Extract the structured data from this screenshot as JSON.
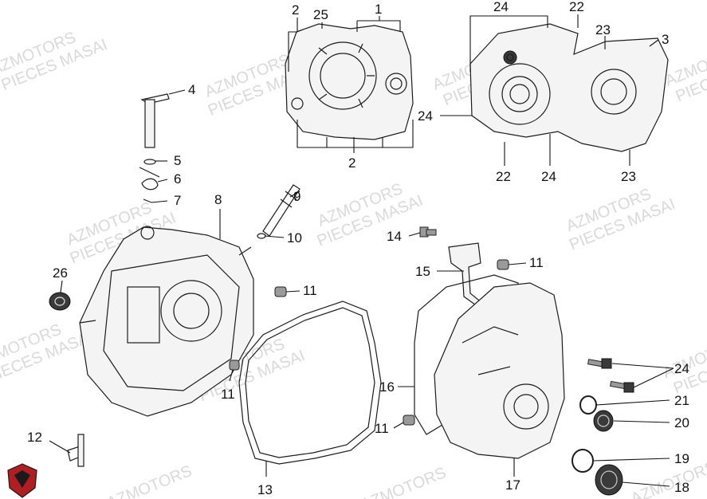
{
  "watermark": {
    "line1": "AZMOTORS",
    "line2": "PIECES MASAI"
  },
  "logo": {
    "colors": [
      "#b01e23",
      "#1a1a1a"
    ]
  },
  "callouts": [
    {
      "id": "c1",
      "label": "1"
    },
    {
      "id": "c2a",
      "label": "2"
    },
    {
      "id": "c25",
      "label": "25"
    },
    {
      "id": "c2b",
      "label": "2"
    },
    {
      "id": "c24a",
      "label": "24"
    },
    {
      "id": "c22a",
      "label": "22"
    },
    {
      "id": "c23a",
      "label": "23"
    },
    {
      "id": "c3",
      "label": "3"
    },
    {
      "id": "c24b",
      "label": "24"
    },
    {
      "id": "c22b",
      "label": "22"
    },
    {
      "id": "c24c",
      "label": "24"
    },
    {
      "id": "c23b",
      "label": "23"
    },
    {
      "id": "c4",
      "label": "4"
    },
    {
      "id": "c5",
      "label": "5"
    },
    {
      "id": "c6",
      "label": "6"
    },
    {
      "id": "c7",
      "label": "7"
    },
    {
      "id": "c8",
      "label": "8"
    },
    {
      "id": "c9",
      "label": "9"
    },
    {
      "id": "c10",
      "label": "10"
    },
    {
      "id": "c14",
      "label": "14"
    },
    {
      "id": "c11a",
      "label": "11"
    },
    {
      "id": "c15",
      "label": "15"
    },
    {
      "id": "c26",
      "label": "26"
    },
    {
      "id": "c11b",
      "label": "11"
    },
    {
      "id": "c11c",
      "label": "11"
    },
    {
      "id": "c16",
      "label": "16"
    },
    {
      "id": "c24d",
      "label": "24"
    },
    {
      "id": "c21",
      "label": "21"
    },
    {
      "id": "c20",
      "label": "20"
    },
    {
      "id": "c11d",
      "label": "11"
    },
    {
      "id": "c12",
      "label": "12"
    },
    {
      "id": "c19",
      "label": "19"
    },
    {
      "id": "c13",
      "label": "13"
    },
    {
      "id": "c17",
      "label": "17"
    },
    {
      "id": "c18",
      "label": "18"
    }
  ]
}
